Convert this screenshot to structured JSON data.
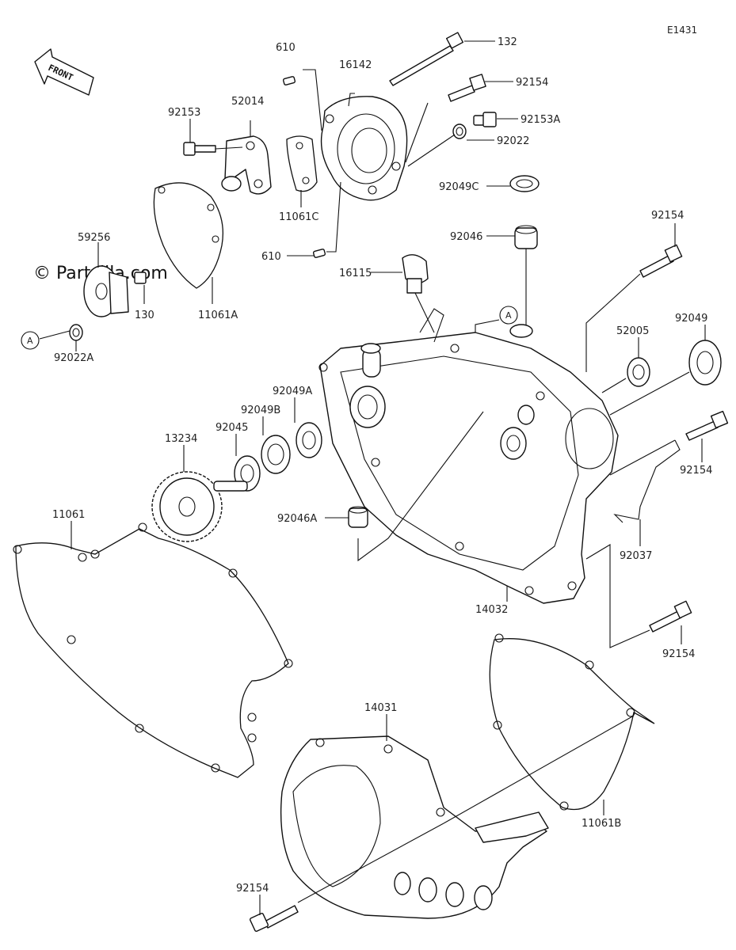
{
  "diagram_code": "E1431",
  "watermark": "© Partzilla.com",
  "front_label": "FRONT",
  "ref_marker": "A",
  "parts": {
    "p132": "132",
    "p92154_top": "92154",
    "p92153A": "92153A",
    "p92022": "92022",
    "p610_top": "610",
    "p16142": "16142",
    "p92153": "92153",
    "p52014": "52014",
    "p11061C": "11061C",
    "p610_bottom": "610",
    "p92049C": "92049C",
    "p92046": "92046",
    "p92154_right": "92154",
    "p59256": "59256",
    "p130": "130",
    "p11061A": "11061A",
    "p92022A": "92022A",
    "p16115": "16115",
    "p52005": "52005",
    "p92049": "92049",
    "p92049A": "92049A",
    "p92049B": "92049B",
    "p92045": "92045",
    "p13234": "13234",
    "p92154_mid": "92154",
    "p11061": "11061",
    "p92046A": "92046A",
    "p92037": "92037",
    "p14032": "14032",
    "p92154_lower": "92154",
    "p14031": "14031",
    "p11061B": "11061B",
    "p92154_bottom": "92154"
  }
}
